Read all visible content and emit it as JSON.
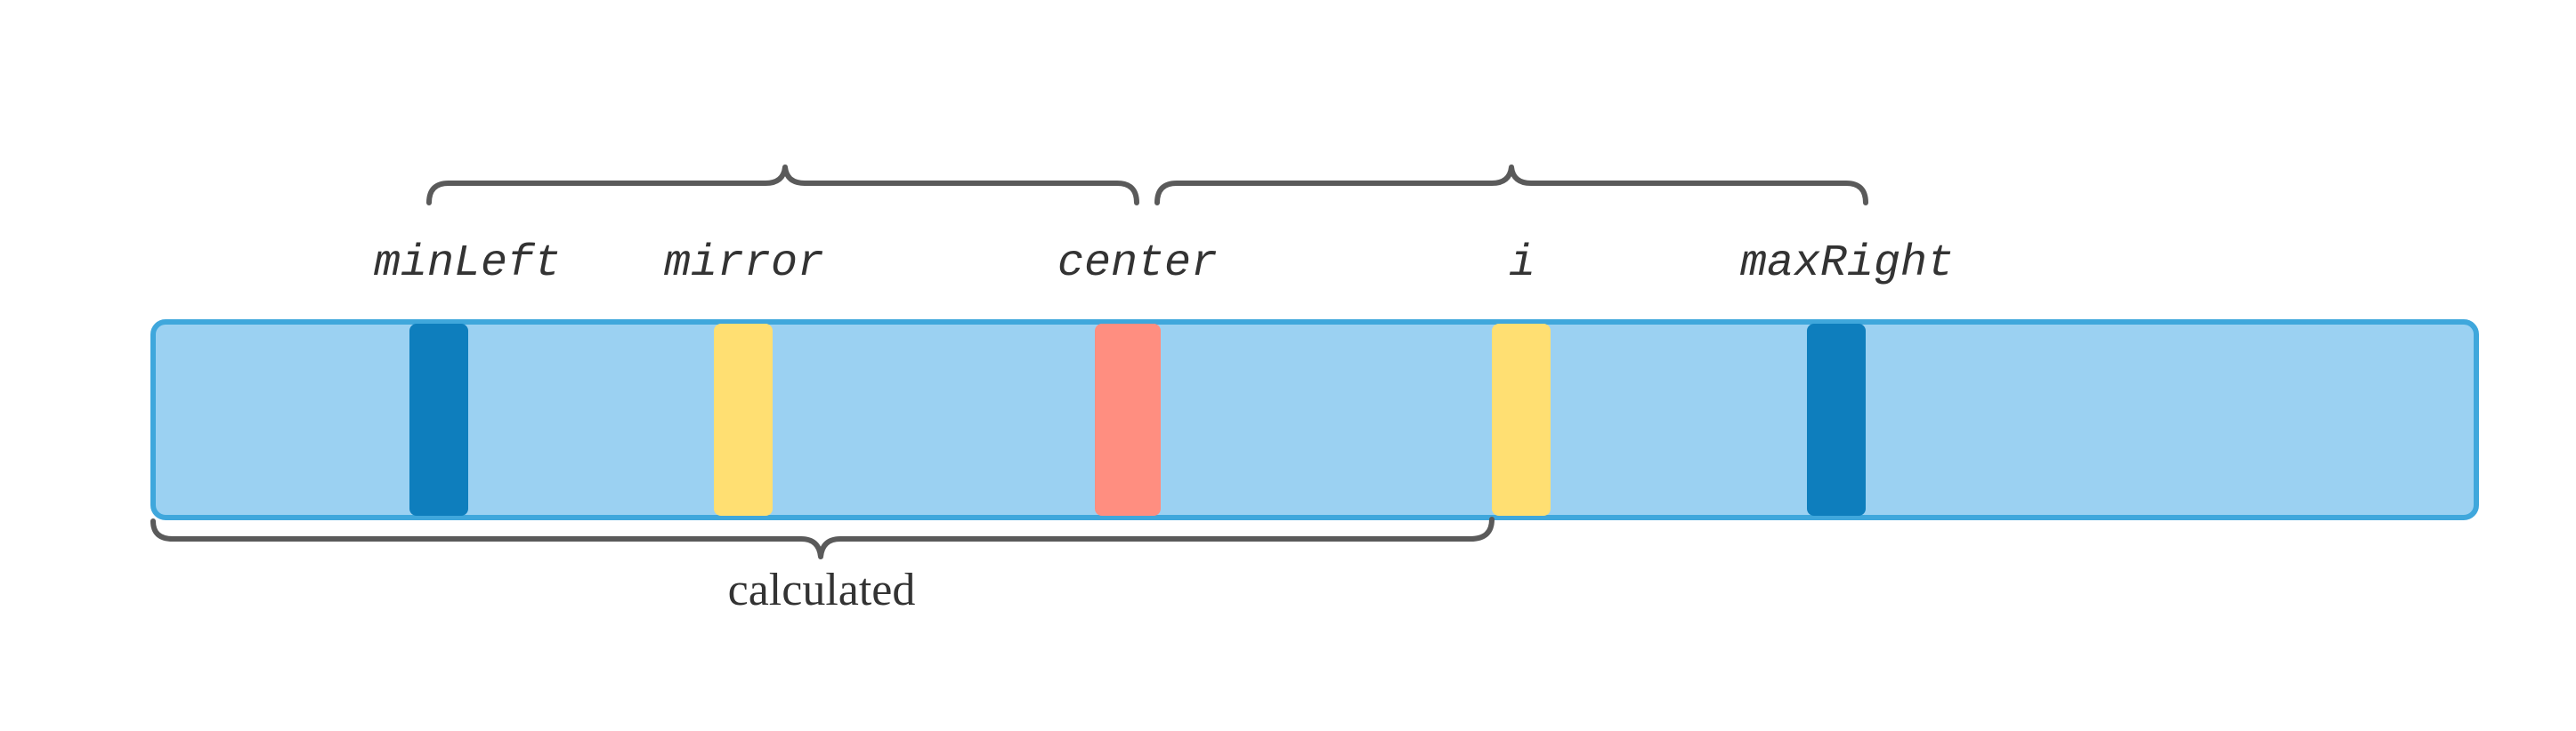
{
  "labels": {
    "min_left": "minLeft",
    "mirror": "mirror",
    "center": "center",
    "i": "i",
    "max_right": "maxRight",
    "calculated": "calculated"
  },
  "colors": {
    "array_fill": "#9bd1f2",
    "array_border": "#3fa7dc",
    "boundary_marker": "#0e7ebd",
    "mirror_marker": "#ffdf72",
    "center_marker": "#ff8e80",
    "brace": "#5a5a5a",
    "text": "#333333"
  }
}
